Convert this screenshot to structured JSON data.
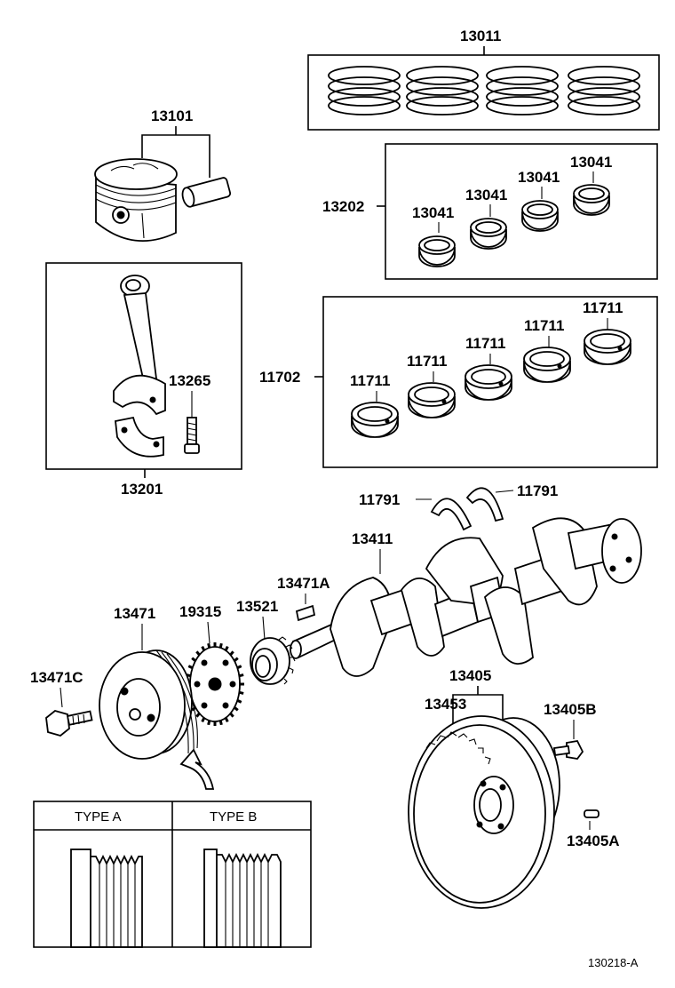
{
  "diagram_title": "",
  "figure_code": "130218-A",
  "parts": {
    "piston_rings": "13011",
    "piston_pin_set": "13101",
    "rod_bearing_group": "13202",
    "rod_bearing_1": "13041",
    "rod_bearing_2": "13041",
    "rod_bearing_3": "13041",
    "rod_bearing_4": "13041",
    "connecting_rod": "13201",
    "rod_bolt": "13265",
    "main_bearing_group": "11702",
    "main_bearing_1": "11711",
    "main_bearing_2": "11711",
    "main_bearing_3": "11711",
    "main_bearing_4": "11711",
    "main_bearing_5": "11711",
    "thrust_washer_1": "11791",
    "thrust_washer_2": "11791",
    "crankshaft": "13411",
    "key": "13471A",
    "timing_gear": "13521",
    "sensor_plate": "19315",
    "pulley": "13471",
    "pulley_bolt": "13471C",
    "flywheel": "13405",
    "ring_gear": "13453",
    "flywheel_bolt": "13405B",
    "flywheel_pin": "13405A"
  },
  "type_table": {
    "type_a": "TYPE  A",
    "type_b": "TYPE  B"
  }
}
